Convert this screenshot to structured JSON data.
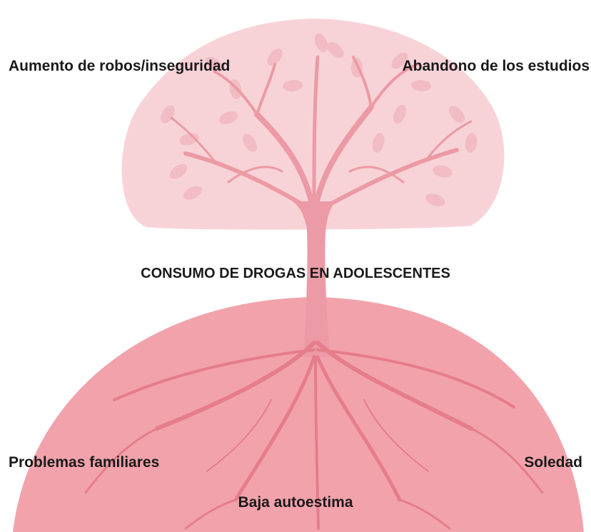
{
  "colors": {
    "crown": "#f7d3d8",
    "crown_leaves": "#f1bcc4",
    "branches": "#ec9aa5",
    "roots_dome": "#f2a2ab",
    "roots": "#e57d8c",
    "text": "#1a1a1a"
  },
  "tree": {
    "central_problem": "CONSUMO DE DROGAS EN ADOLESCENTES",
    "effects": [
      "Aumento de robos/inseguridad",
      "Abandono de los estudios"
    ],
    "causes": [
      "Problemas familiares",
      "Soledad",
      "Baja autoestima"
    ]
  }
}
